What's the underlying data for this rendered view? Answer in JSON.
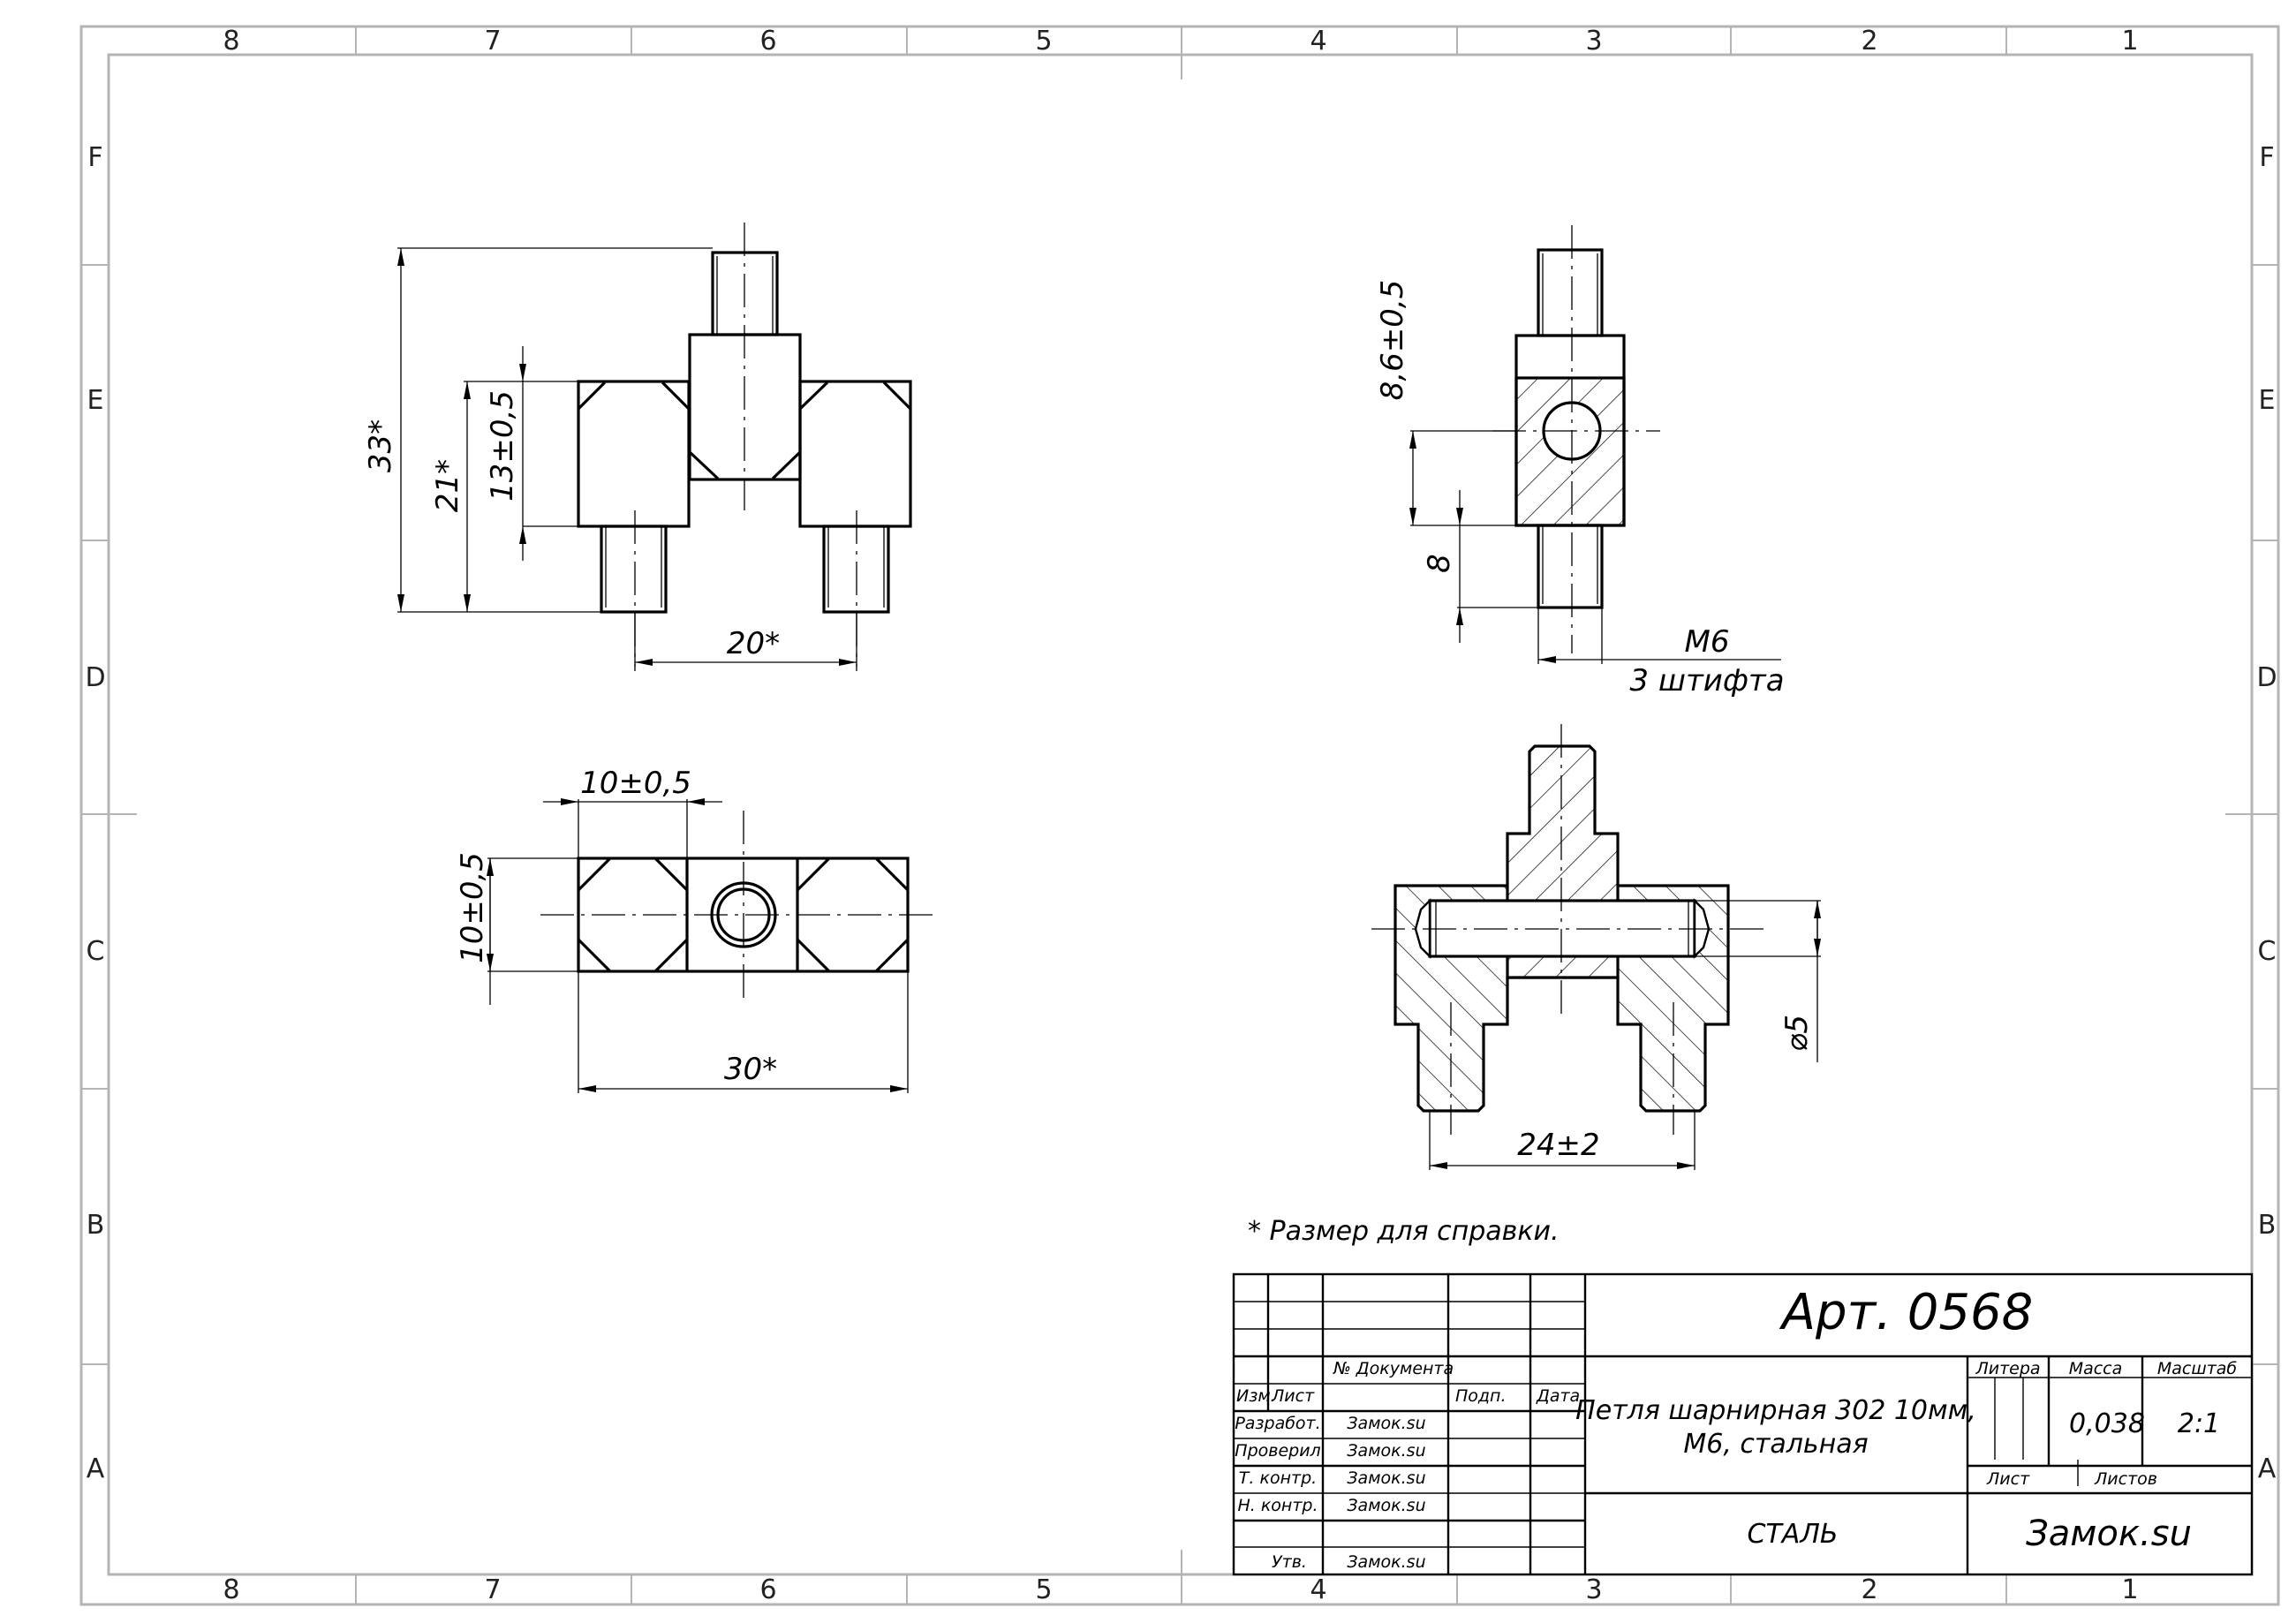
{
  "zones": {
    "columns": [
      "8",
      "7",
      "6",
      "5",
      "4",
      "3",
      "2",
      "1"
    ],
    "rows": [
      "F",
      "E",
      "D",
      "C",
      "B",
      "A"
    ]
  },
  "dimensions": {
    "front_overall_height": "33*",
    "front_body_height": "21*",
    "front_block_height": "13±0,5",
    "front_stud_spacing": "20*",
    "side_hole_offset": "8,6±0,5",
    "side_stud_length": "8",
    "thread_label": "M6",
    "thread_count": "3 штифта",
    "top_block_width": "10±0,5",
    "top_block_depth": "10±0,5",
    "top_overall_width": "30*",
    "section_pin_diameter": "⌀5",
    "section_width": "24±2"
  },
  "note": "* Размер для справки.",
  "title_block": {
    "article": "Арт. 0568",
    "name_line1": "Петля шарнирная 302 10мм,",
    "name_line2": "М6, стальная",
    "material": "СТАЛЬ",
    "company": "Замок.su",
    "doc_no_header": "№ Документа",
    "izm": "Изм.",
    "list": "Лист",
    "podp": "Подп.",
    "data": "Дата",
    "litera": "Литера",
    "massa": "Масса",
    "masshtab": "Масштаб",
    "mass_value": "0,038",
    "scale_value": "2:1",
    "sheet": "Лист",
    "sheets": "Листов",
    "roles": [
      {
        "role": "Разработ.",
        "name": "Замок.su"
      },
      {
        "role": "Проверил",
        "name": "Замок.su"
      },
      {
        "role": "Т. контр.",
        "name": "Замок.su"
      },
      {
        "role": "Н. контр.",
        "name": "Замок.su"
      },
      {
        "role": "Утв.",
        "name": "Замок.su"
      }
    ]
  }
}
